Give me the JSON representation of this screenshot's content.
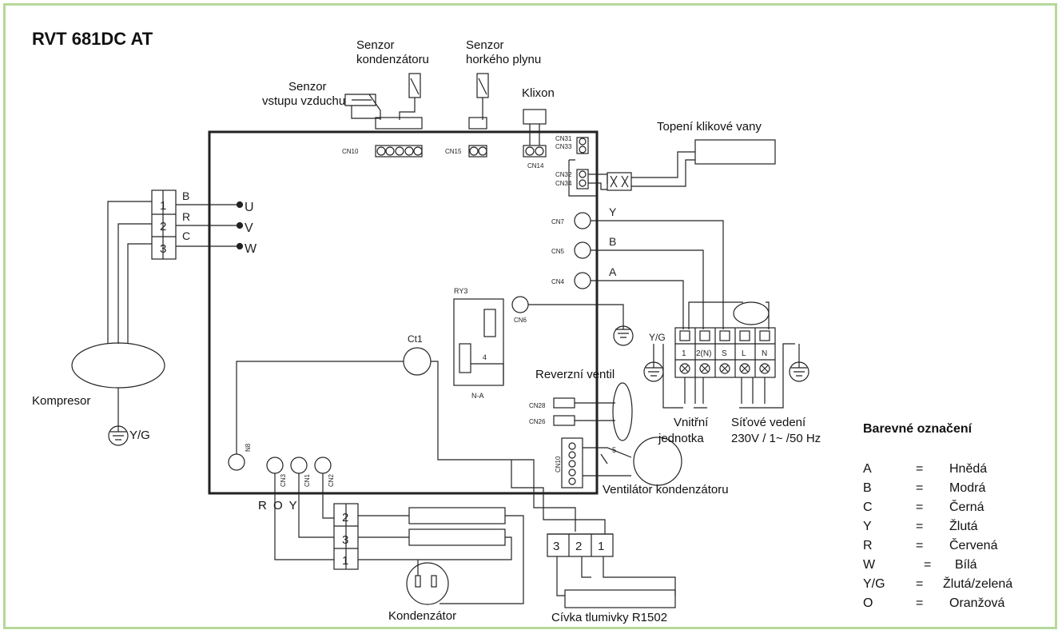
{
  "title": "RVT 681DC AT",
  "labels": {
    "senzor_vstupu": [
      "Senzor",
      "vstupu vzduchu"
    ],
    "senzor_kondenzatoru": [
      "Senzor",
      "kondenzátoru"
    ],
    "senzor_horkeho": [
      "Senzor",
      "horkého plynu"
    ],
    "klixon": "Klixon",
    "topeni": "Topení klikové vany",
    "kompresor": "Kompresor",
    "kompresor_ground": "Y/G",
    "reverzni": "Reverzní ventil",
    "ventilator": "Ventilátor kondenzátoru",
    "vnitrni": [
      "Vnitřní",
      "jednotka"
    ],
    "sitove": [
      "Síťové vedení",
      "230V / 1~ /50 Hz"
    ],
    "kondenzator": "Kondenzátor",
    "civka": "Cívka tlumivky R1502",
    "roy": "R O Y",
    "ct1": "Ct1",
    "ry3": "RY3",
    "na": "N-A",
    "yg_term": "Y/G"
  },
  "connectors": {
    "cn10_top": "CN10",
    "cn15": "CN15",
    "cn14": "CN14",
    "cn31": "CN31",
    "cn33": "CN33",
    "cn32": "CN32",
    "cn34": "CN34",
    "cn7": "CN7",
    "cn5": "CN5",
    "cn4": "CN4",
    "cn6": "CN6",
    "cn28": "CN28",
    "cn26": "CN26",
    "cn10_bottom": "CN10",
    "cn3": "CN3",
    "cn1": "CN1",
    "cn2": "CN2",
    "n8": "N8"
  },
  "compressor_terminals": {
    "numbers": [
      "1",
      "2",
      "3"
    ],
    "wires": [
      "B",
      "R",
      "C"
    ],
    "outputs": [
      "U",
      "V",
      "W"
    ]
  },
  "wire_letters": [
    "Y",
    "B",
    "A"
  ],
  "terminal_block": [
    "1",
    "2(N)",
    "S",
    "L",
    "N"
  ],
  "cap_terminals": [
    "2",
    "3",
    "1"
  ],
  "choke_terminals": [
    "3",
    "2",
    "1"
  ],
  "fan_pin": "5",
  "ry3_pin": "4",
  "legend": {
    "title": "Barevné označení",
    "items": [
      {
        "key": "A",
        "eq": "=",
        "value": "Hnědá"
      },
      {
        "key": "B",
        "eq": "=",
        "value": "Modrá"
      },
      {
        "key": "C",
        "eq": "=",
        "value": "Černá"
      },
      {
        "key": "Y",
        "eq": "=",
        "value": "Žlutá"
      },
      {
        "key": "R",
        "eq": "=",
        "value": "Červená"
      },
      {
        "key": "W",
        "eq": "=",
        "value": "Bílá"
      },
      {
        "key": "Y/G",
        "eq": "=",
        "value": "Žlutá/zelená"
      },
      {
        "key": "O",
        "eq": "=",
        "value": "Oranžová"
      }
    ]
  }
}
